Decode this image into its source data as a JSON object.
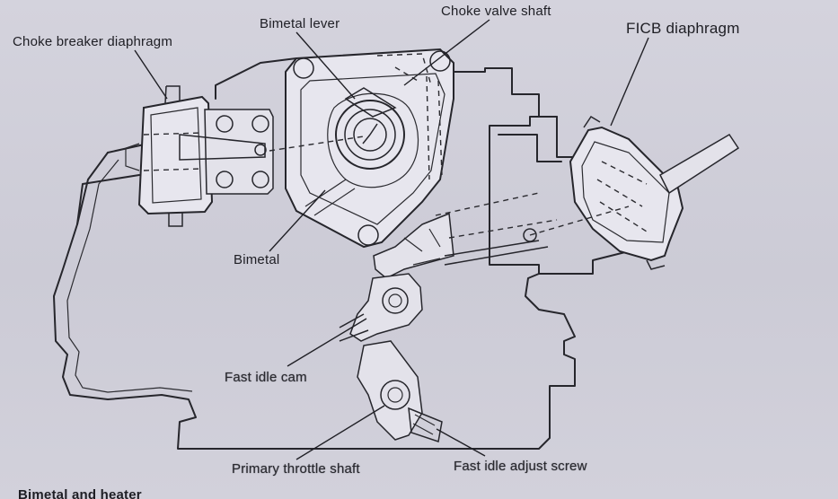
{
  "labels": {
    "choke_breaker_diaphragm": "Choke breaker diaphragm",
    "bimetal_lever": "Bimetal lever",
    "choke_valve_shaft": "Choke valve shaft",
    "ficb_diaphragm": "FICB diaphragm",
    "bimetal": "Bimetal",
    "fast_idle_cam": "Fast idle cam",
    "primary_throttle_shaft": "Primary throttle shaft",
    "fast_idle_adjust_screw": "Fast idle adjust screw",
    "caption": "Bimetal and heater"
  }
}
